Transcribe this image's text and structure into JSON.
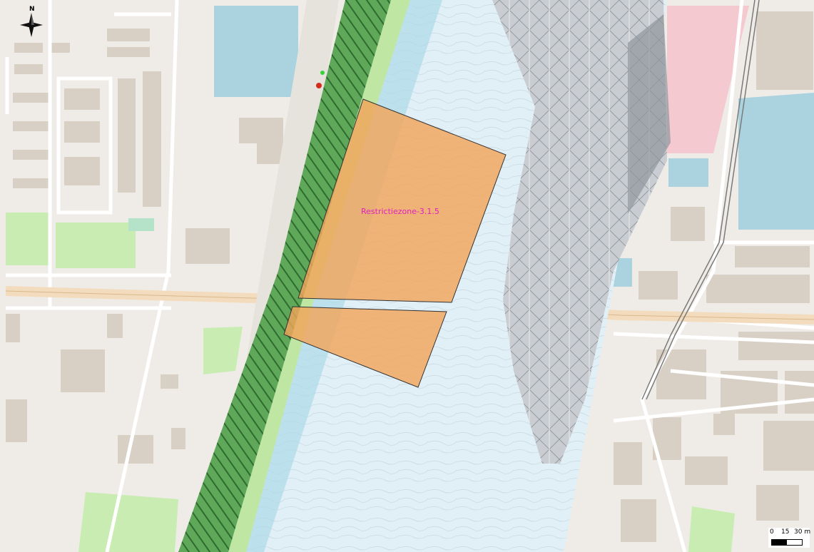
{
  "map": {
    "layers": {
      "basemap": "OpenStreetMap",
      "bathymetry": "contour relief",
      "dike": "green hatched embankment"
    },
    "colors": {
      "land": "#efece8",
      "building": "#d8cfc5",
      "water": "#aad3df",
      "river_light": "#dff0f7",
      "relief_dark": "#9aa0a6",
      "greenery": "#c9ecb2",
      "dike_green": "#4e9a4e",
      "zone_fill": "#f2a55a",
      "zone_label": "#e020c0",
      "rail_pink": "#f4c9cf"
    },
    "restriction_zone": {
      "label": "Restrictiezone-3.1.5"
    },
    "north_arrow": {
      "label": "N",
      "icon": "compass-star-icon"
    },
    "scale_bar": {
      "tick_0": "0",
      "tick_1": "15",
      "tick_2": "30 m"
    }
  }
}
